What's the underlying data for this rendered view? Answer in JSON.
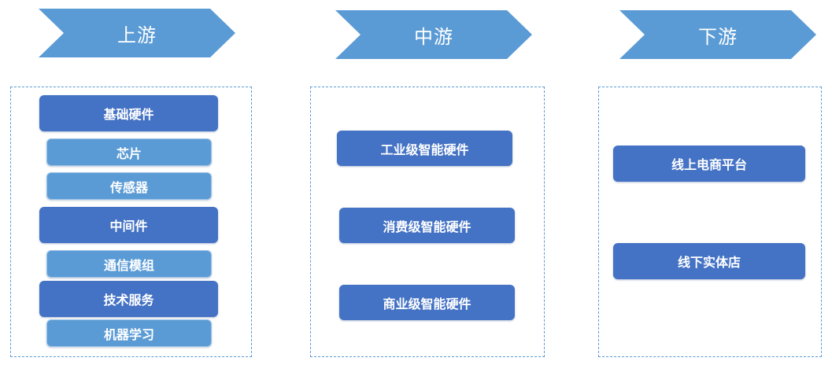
{
  "colors": {
    "chevron_fill": "#5b9bd5",
    "dark_box": "#4472c4",
    "light_box": "#5b9bd5",
    "panel_border": "#5b9bd5"
  },
  "stages": [
    {
      "label": "上游"
    },
    {
      "label": "中游"
    },
    {
      "label": "下游"
    }
  ],
  "upstream": {
    "items": [
      "基础硬件",
      "芯片",
      "传感器",
      "中间件",
      "通信模组",
      "技术服务",
      "机器学习"
    ]
  },
  "midstream": {
    "items": [
      "工业级智能硬件",
      "消费级智能硬件",
      "商业级智能硬件"
    ]
  },
  "downstream": {
    "items": [
      "线上电商平台",
      "线下实体店"
    ]
  }
}
